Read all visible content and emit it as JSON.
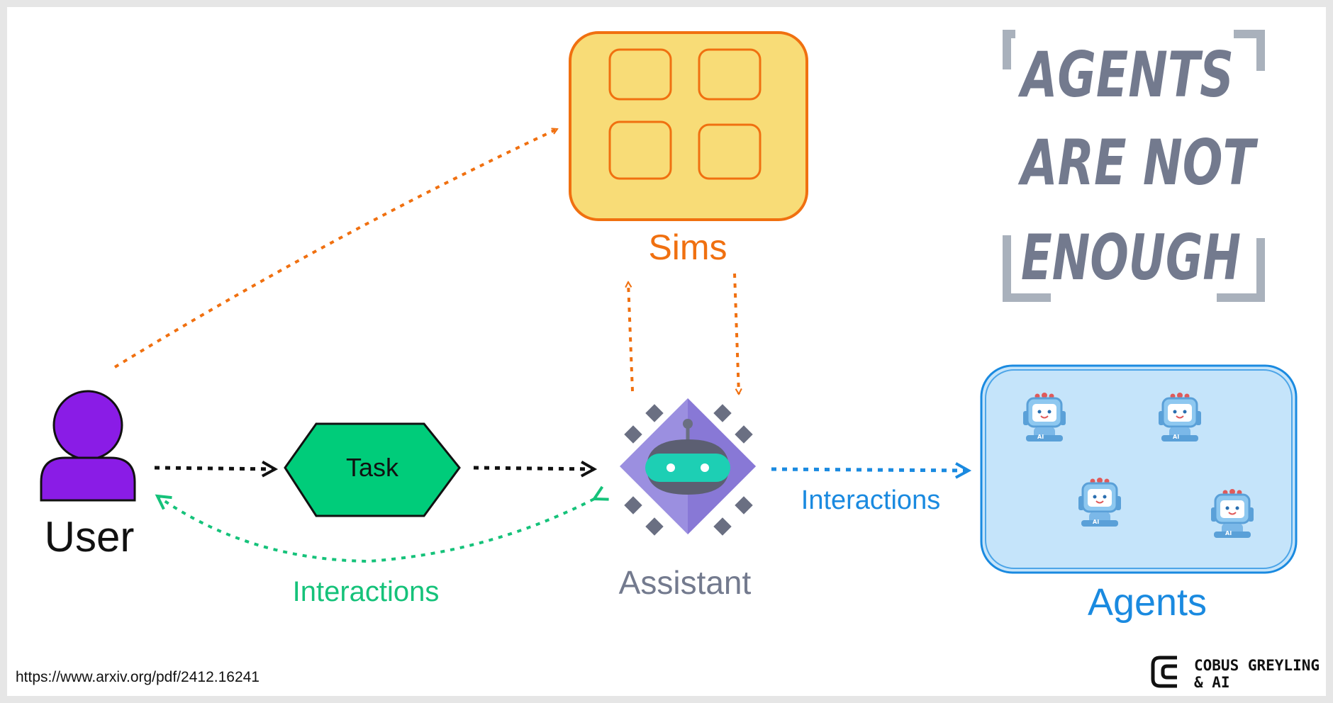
{
  "diagram": {
    "nodes": {
      "user": "User",
      "task": "Task",
      "sims": "Sims",
      "assistant": "Assistant",
      "agents": "Agents"
    },
    "edges": {
      "user_assistant_interactions": "Interactions",
      "assistant_agents_interactions": "Interactions"
    },
    "agents_icon_caption": "AI",
    "assistant_icon_caption": ""
  },
  "title": {
    "line1": "AGENTS",
    "line2": "ARE NOT",
    "line3": "ENOUGH"
  },
  "footer": {
    "source_url": "https://www.arxiv.org/pdf/2412.16241",
    "brand_line1": "COBUS GREYLING",
    "brand_line2": "& AI"
  },
  "colors": {
    "orange": "#f07010",
    "green": "#15c27a",
    "blue": "#1a8ae0",
    "black": "#111111",
    "purple": "#8a1ce6",
    "sims_fill": "#f8dc77",
    "task_fill": "#00cc7a",
    "agents_fill": "#c5e4fa",
    "title_gray": "#737a8e",
    "bracket_gray": "#a9b1bc",
    "assistant_label": "#737a8e"
  }
}
